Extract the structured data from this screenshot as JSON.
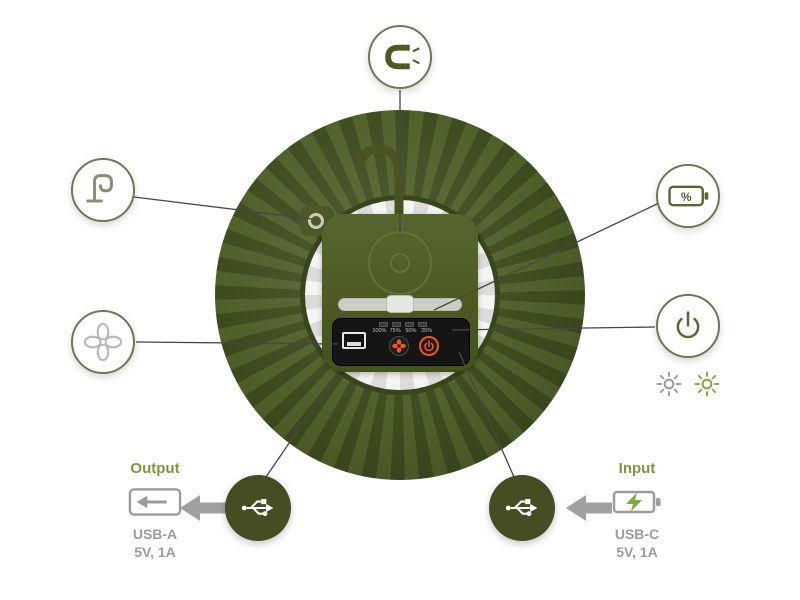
{
  "device": {
    "led_labels": [
      "100%",
      "75%",
      "50%",
      "25%"
    ]
  },
  "callouts": {
    "magnet": {
      "icon": "magnet-icon"
    },
    "hook": {
      "icon": "hook-icon"
    },
    "battery": {
      "icon": "battery-percent-icon",
      "label": "%"
    },
    "fan": {
      "icon": "fan-icon"
    },
    "power": {
      "icon": "power-icon",
      "sub_icons": [
        "sun-dim-icon",
        "sun-bright-icon"
      ]
    }
  },
  "output": {
    "title": "Output",
    "port": "USB-A",
    "spec": "5V, 1A",
    "icon": "usb-a-plug-icon",
    "arrow": "left-arrow"
  },
  "input": {
    "title": "Input",
    "port": "USB-C",
    "spec": "5V, 1A",
    "icon": "battery-charging-icon",
    "arrow": "left-arrow"
  },
  "usb_symbol": "usb-trident-icon",
  "colors": {
    "olive_body": "#4a581f",
    "olive_dark": "#3e4b1e",
    "dark_circle": "#454e22",
    "callout_border": "#6f7756",
    "accent_green": "#7fae3f",
    "green_text": "#7f9640",
    "gray": "#9c9c9c",
    "line": "#474747",
    "orange": "#f0541f"
  }
}
